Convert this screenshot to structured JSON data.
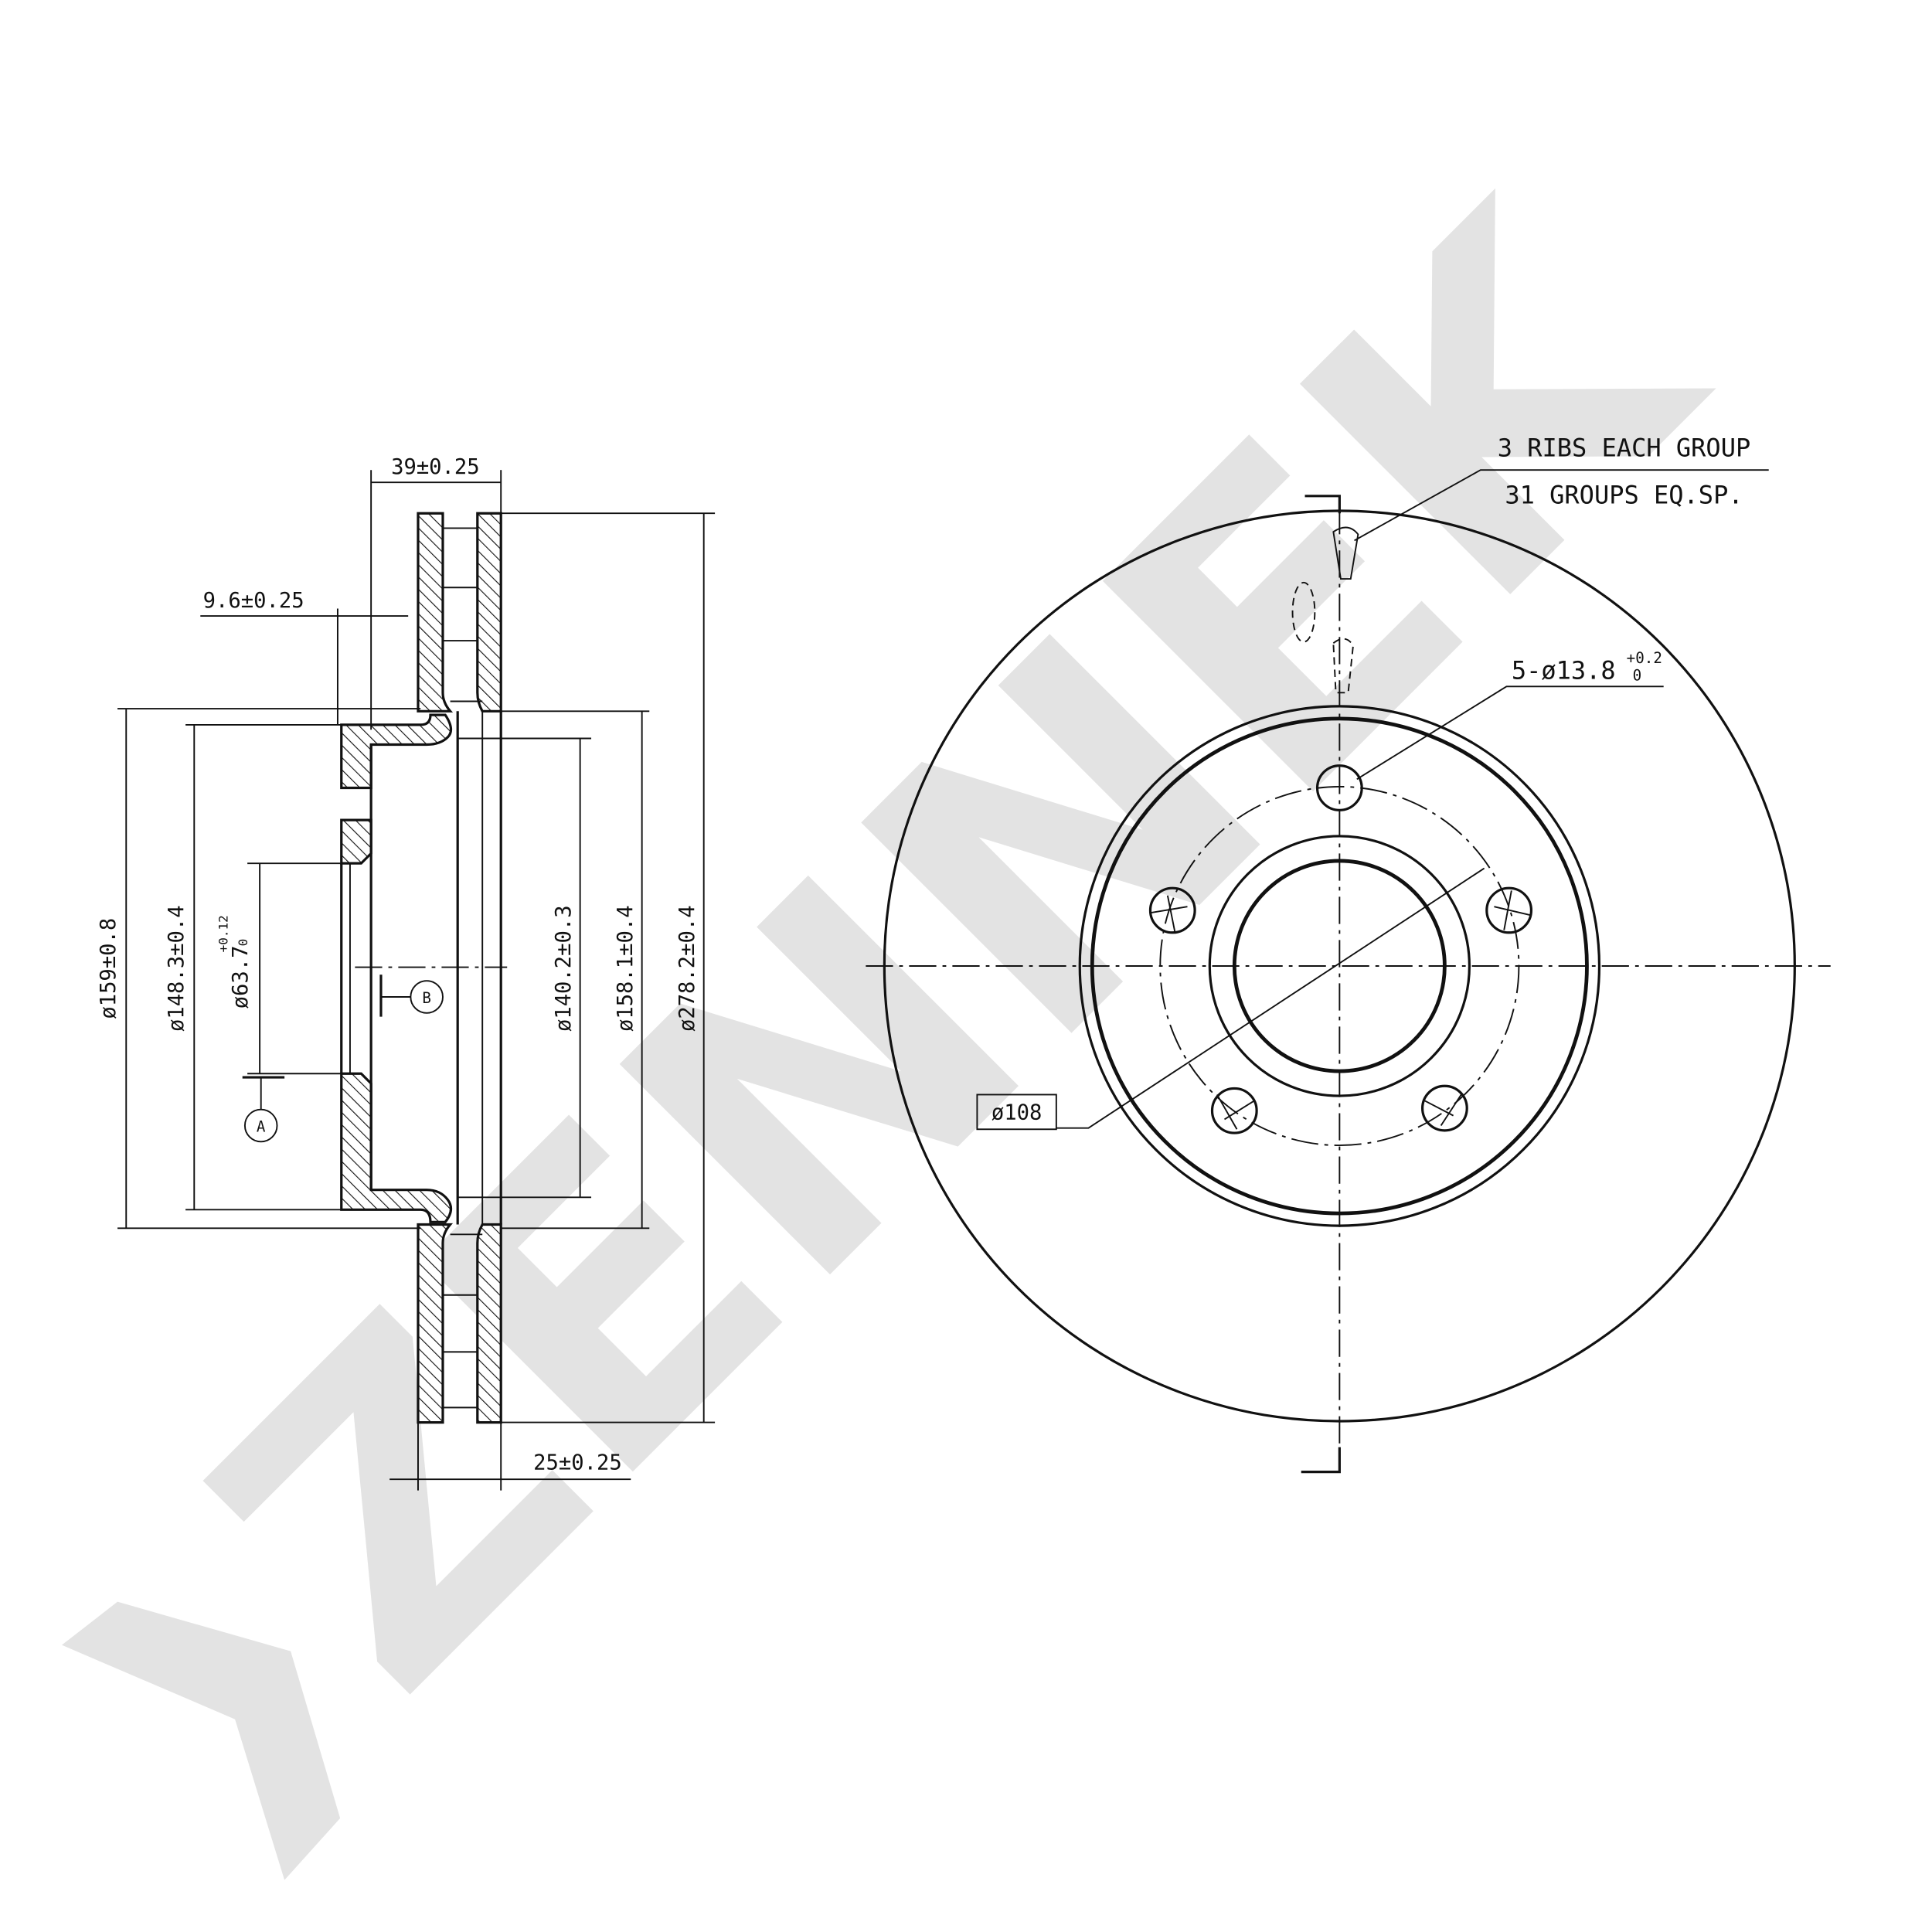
{
  "watermark": {
    "text": "ZENNEK",
    "color": "#e3e3e3"
  },
  "section_view": {
    "dims": {
      "overall_width": "39±0.25",
      "offset": "9.6±0.25",
      "disc_thickness": "25±0.25",
      "d159": "ø159±0.8",
      "d148": "ø148.3±0.4",
      "d63": "ø63.7",
      "d63_tol_upper": "+0.12",
      "d63_tol_lower": "0",
      "d140": "ø140.2±0.3",
      "d158": "ø158.1±0.4",
      "d278": "ø278.2±0.4"
    },
    "datum_a": "A",
    "datum_b": "B"
  },
  "front_view": {
    "ribs_note_line1": "3 RIBS EACH GROUP",
    "ribs_note_line2": "31 GROUPS EQ.SP.",
    "holes_note": "5-ø13.8",
    "holes_tol_upper": "+0.2",
    "holes_tol_lower": "0",
    "pcd_label": "ø108"
  }
}
